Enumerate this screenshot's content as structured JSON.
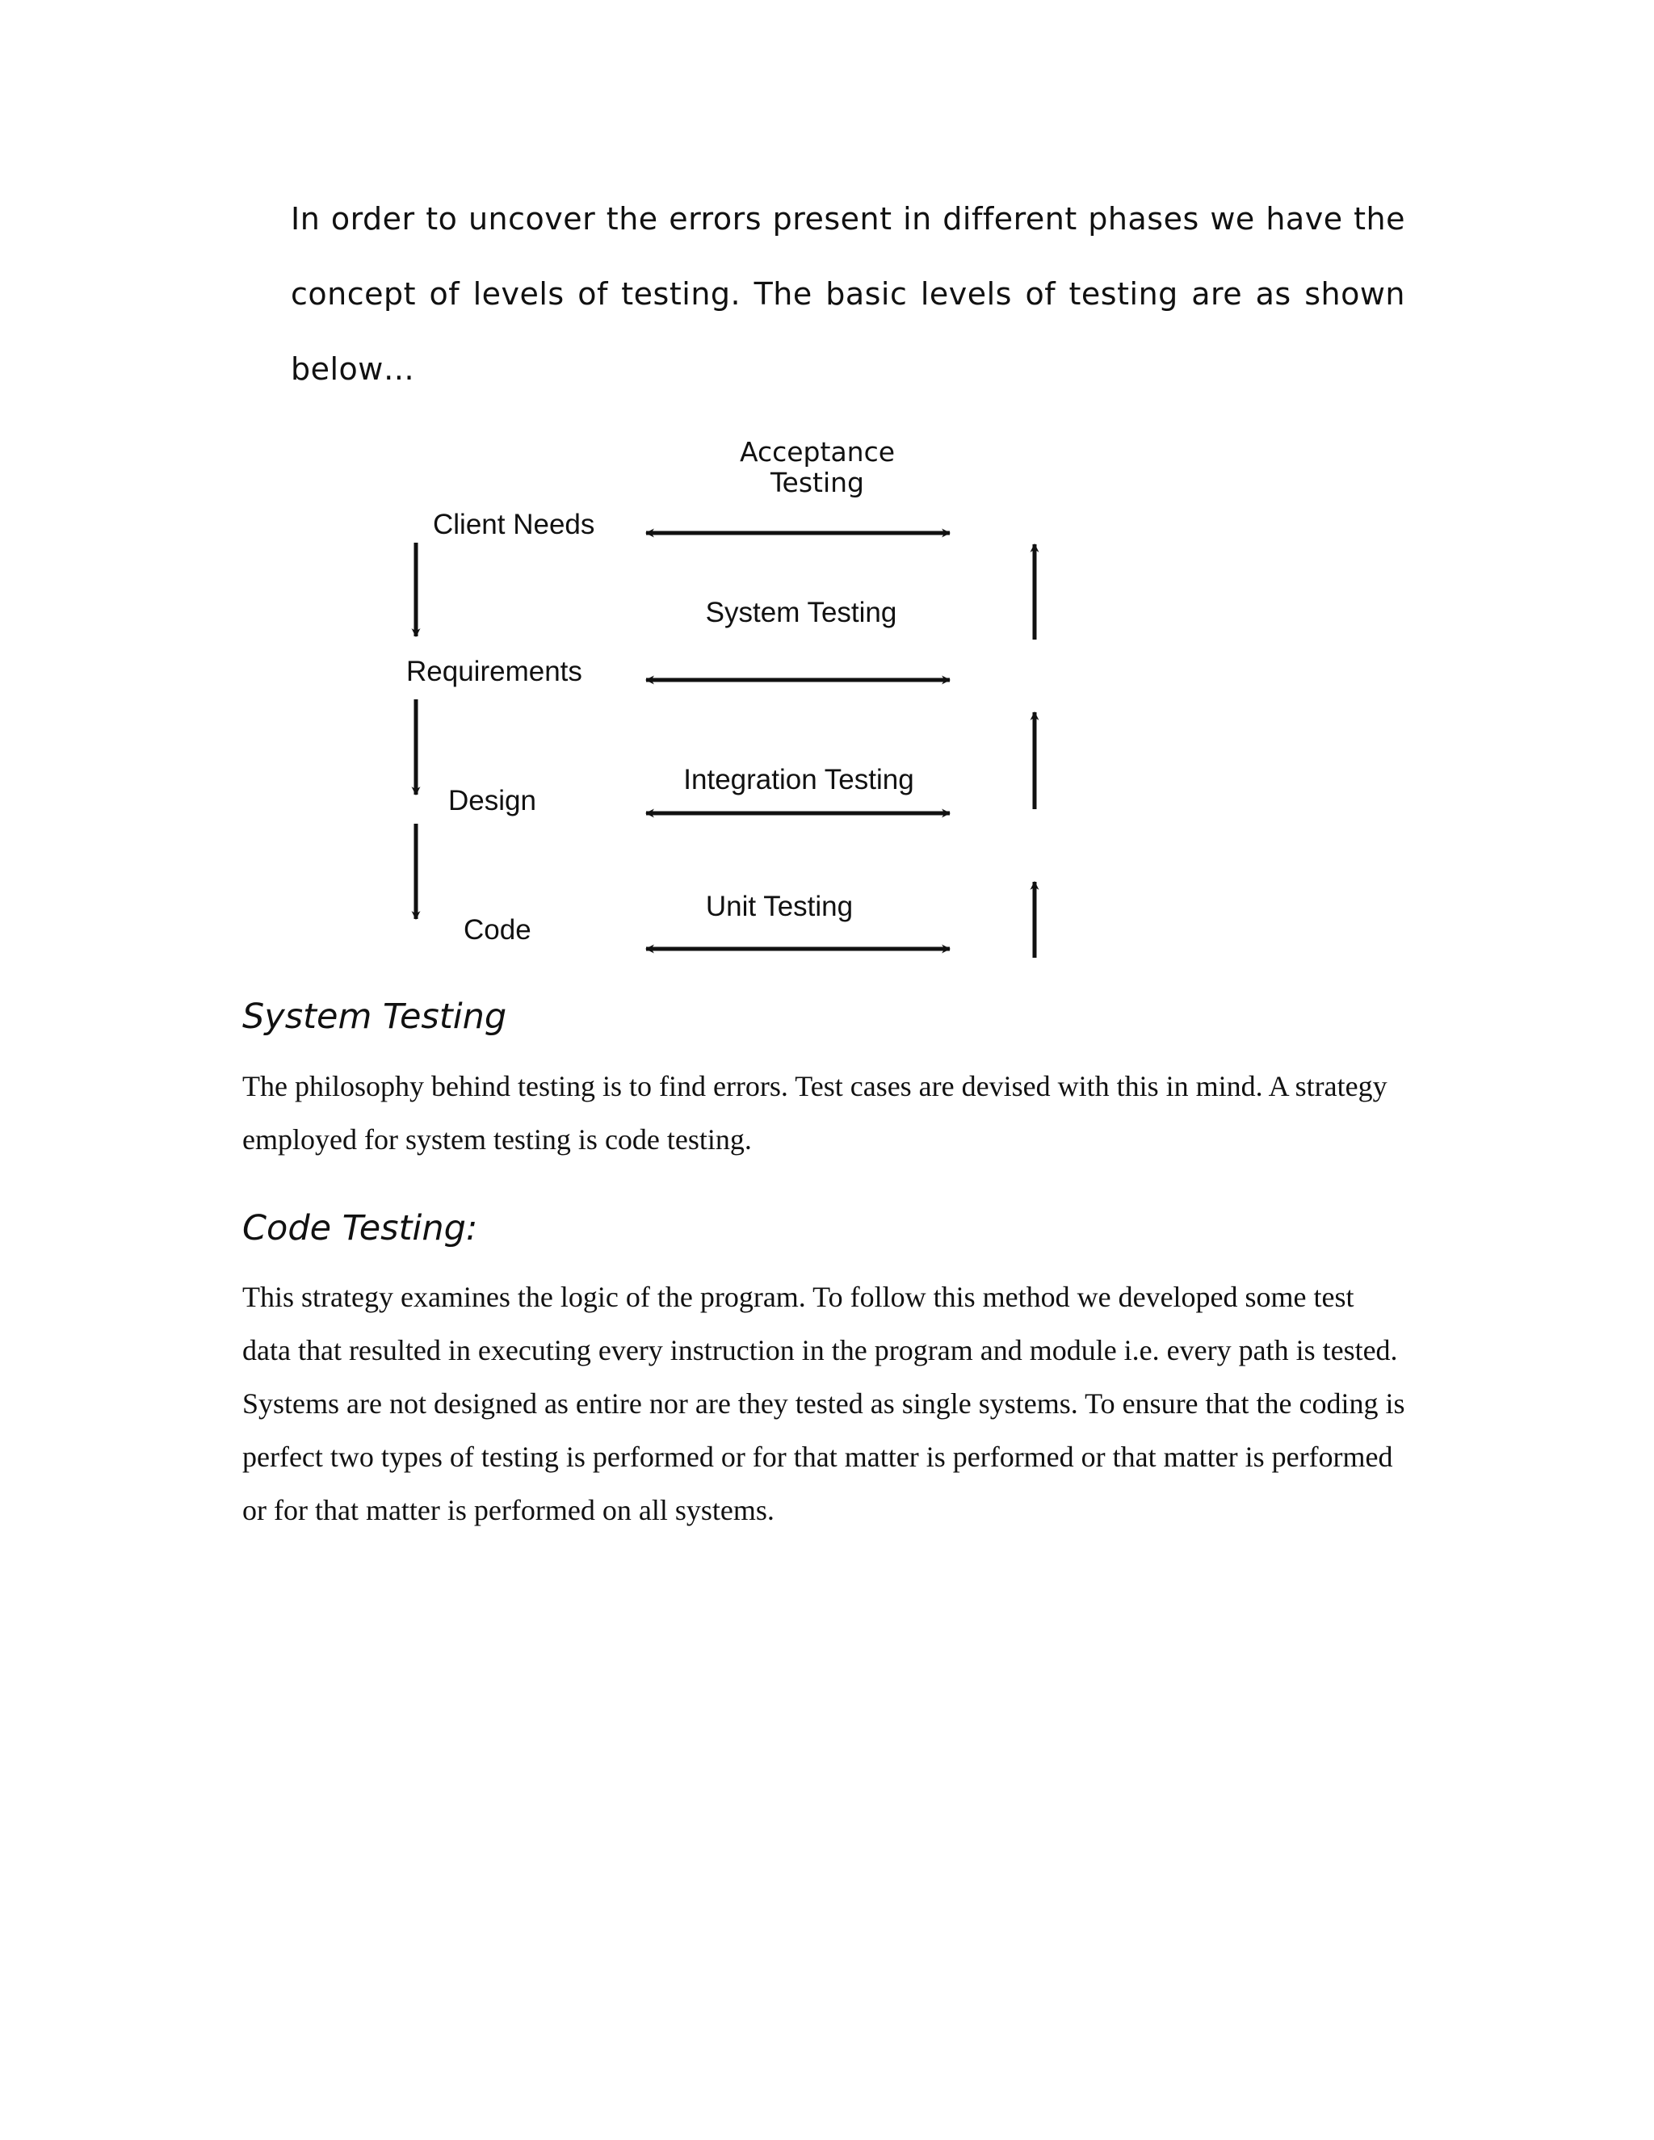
{
  "intro": {
    "text": "In order to uncover the errors present in different phases we have the concept of levels of testing. The basic levels of testing are as shown below…"
  },
  "diagram": {
    "phases": [
      "Client Needs",
      "Requirements",
      "Design",
      "Code"
    ],
    "levels": {
      "acceptance": [
        "Acceptance",
        "Testing"
      ],
      "system": "System Testing",
      "integration": "Integration Testing",
      "unit": "Unit Testing"
    }
  },
  "sections": [
    {
      "heading": "System Testing",
      "body": "The philosophy behind testing is to find errors. Test cases are devised with this in mind. A strategy employed for system testing is code testing."
    },
    {
      "heading": "Code Testing:",
      "body": "This strategy examines the logic of the program. To follow this method we developed some test data that resulted in executing every instruction in the program and module i.e. every path is tested. Systems are not designed as entire nor are they tested as single systems. To ensure that the coding is perfect two types of testing is performed or for that matter is performed or that matter is performed or for that matter is performed on all systems."
    }
  ]
}
